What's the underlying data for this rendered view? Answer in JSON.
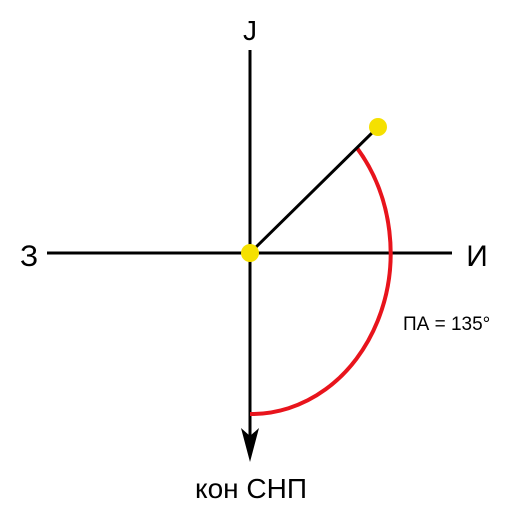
{
  "labels": {
    "north": "J",
    "west": "З",
    "east": "И",
    "south": "кон СНП",
    "angle": "ПА = 135°"
  },
  "angle_degrees": 135,
  "colors": {
    "axes": "#000000",
    "arc": "#e8141c",
    "points": "#f5e000"
  }
}
